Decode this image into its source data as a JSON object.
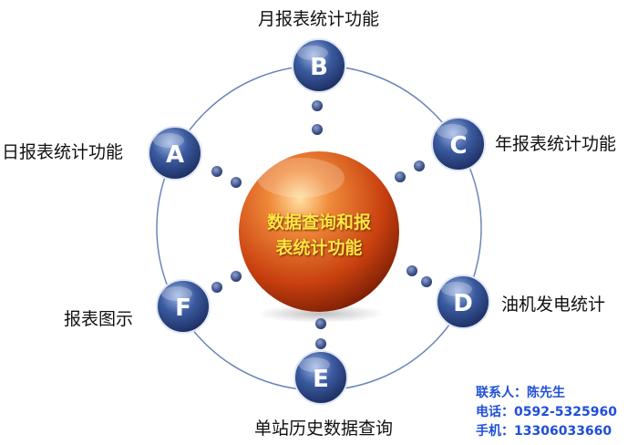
{
  "center": {
    "line1": "数据查询和报",
    "line2": "表统计功能"
  },
  "nodes": [
    {
      "letter": "A",
      "label": "日报表统计功能"
    },
    {
      "letter": "B",
      "label": "月报表统计功能"
    },
    {
      "letter": "C",
      "label": "年报表统计功能"
    },
    {
      "letter": "D",
      "label": "油机发电统计"
    },
    {
      "letter": "E",
      "label": "单站历史数据查询"
    },
    {
      "letter": "F",
      "label": "报表图示"
    }
  ],
  "contact": {
    "person": "联系人：陈先生",
    "phone": "电话：0592-5325960",
    "mobile": "手机：13306033660"
  },
  "colors": {
    "node_fill": "#2f4a8c",
    "center_fill": "#d4501a",
    "ring": "#6a86b8",
    "contact_text": "#1f4fd8"
  }
}
